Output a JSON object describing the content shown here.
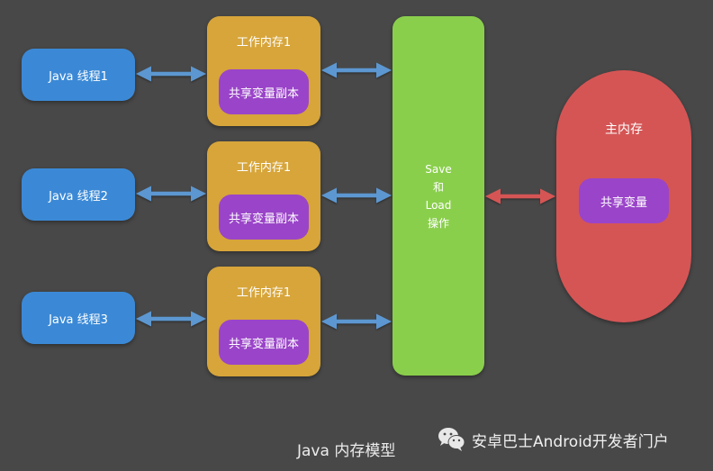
{
  "diagram": {
    "title": "Java 内存模型",
    "threads": [
      {
        "label": "Java 线程1"
      },
      {
        "label": "Java 线程2"
      },
      {
        "label": "Java 线程3"
      }
    ],
    "working_memories": [
      {
        "title": "工作内存1",
        "copy_label": "共享变量副本"
      },
      {
        "title": "工作内存1",
        "copy_label": "共享变量副本"
      },
      {
        "title": "工作内存1",
        "copy_label": "共享变量副本"
      }
    ],
    "save_load": {
      "lines": [
        "Save",
        "和",
        "Load",
        "操作"
      ]
    },
    "main_memory": {
      "title": "主内存",
      "shared_label": "共享变量"
    },
    "colors": {
      "background": "#484848",
      "thread": "#3b89d6",
      "working_memory": "#d7a53a",
      "variable": "#9a44c9",
      "save_load": "#8acf4c",
      "main_memory": "#d55555",
      "arrow_blue": "#5b97d1",
      "arrow_red": "#d55555"
    },
    "edges": [
      {
        "from": "Java 线程1",
        "to": "工作内存1 (row 1)",
        "type": "bidirectional"
      },
      {
        "from": "Java 线程2",
        "to": "工作内存1 (row 2)",
        "type": "bidirectional"
      },
      {
        "from": "Java 线程3",
        "to": "工作内存1 (row 3)",
        "type": "bidirectional"
      },
      {
        "from": "工作内存1 (row 1)",
        "to": "Save 和 Load 操作",
        "type": "bidirectional"
      },
      {
        "from": "工作内存1 (row 2)",
        "to": "Save 和 Load 操作",
        "type": "bidirectional"
      },
      {
        "from": "工作内存1 (row 3)",
        "to": "Save 和 Load 操作",
        "type": "bidirectional"
      },
      {
        "from": "Save 和 Load 操作",
        "to": "主内存",
        "type": "bidirectional"
      }
    ]
  },
  "watermark": {
    "icon": "wechat-icon",
    "text": "安卓巴士Android开发者门户"
  }
}
